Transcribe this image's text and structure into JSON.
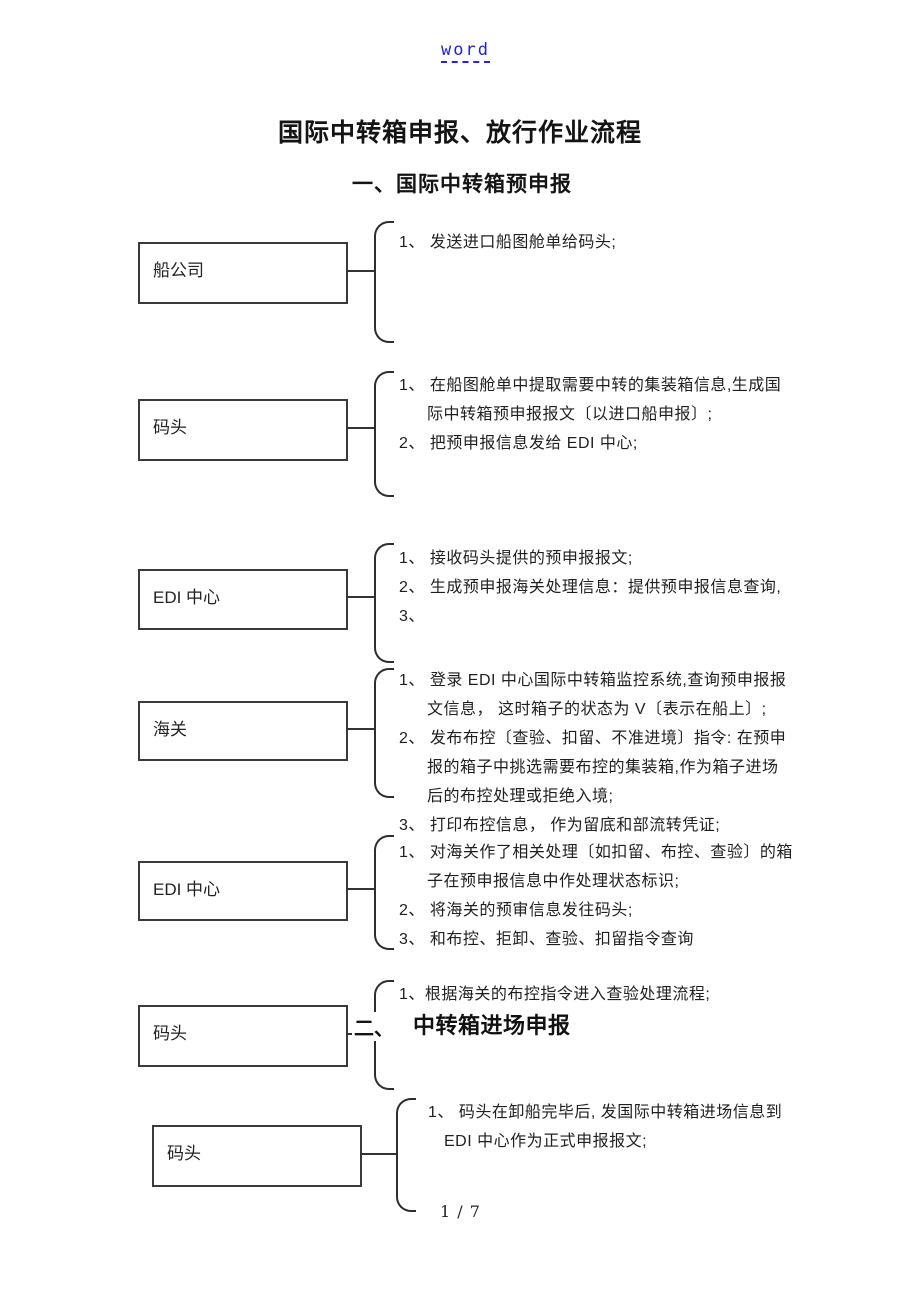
{
  "page": {
    "header_link": "word",
    "title": "国际中转箱申报、放行作业流程",
    "section1_heading": "一、国际中转箱预申报",
    "section2": {
      "prefix": "二、",
      "label": "中转箱进场申报"
    },
    "footer_page": "1 / 7"
  },
  "colors": {
    "link": "#2323d7",
    "text": "#1f1f1f",
    "line": "#333333"
  },
  "flow": {
    "rows": [
      {
        "box": "船公司",
        "lines": [
          "1、 发送进口船图舱单给码头;"
        ]
      },
      {
        "box": "码头",
        "lines": [
          "1、 在船图舱单中提取需要中转的集装箱信息,生成国",
          "际中转箱预申报报文〔以进口船申报〕;",
          "2、 把预申报信息发给 EDI 中心;"
        ]
      },
      {
        "box": "EDI 中心",
        "lines": [
          "1、 接收码头提供的预申报报文;",
          "2、 生成预申报海关处理信息：提供预申报信息查询,",
          "3、"
        ]
      },
      {
        "box": "海关",
        "lines": [
          "1、 登录 EDI 中心国际中转箱监控系统,查询预申报报",
          "文信息， 这时箱子的状态为 V〔表示在船上〕;",
          "2、 发布布控〔查验、扣留、不准进境〕指令: 在预申",
          "报的箱子中挑选需要布控的集装箱,作为箱子进场",
          "后的布控处理或拒绝入境;",
          "3、 打印布控信息， 作为留底和部流转凭证;"
        ]
      },
      {
        "box": "EDI 中心",
        "lines": [
          "1、 对海关作了相关处理〔如扣留、布控、查验〕的箱",
          "子在预申报信息中作处理状态标识;",
          "2、 将海关的预审信息发往码头;",
          "3、 和布控、拒卸、查验、扣留指令查询"
        ]
      },
      {
        "box": "码头",
        "lines": [
          "1、根据海关的布控指令进入查验处理流程;"
        ]
      },
      {
        "box": "码头",
        "lines": [
          "1、 码头在卸船完毕后, 发国际中转箱进场信息到",
          "EDI 中心作为正式申报报文;"
        ]
      }
    ]
  }
}
